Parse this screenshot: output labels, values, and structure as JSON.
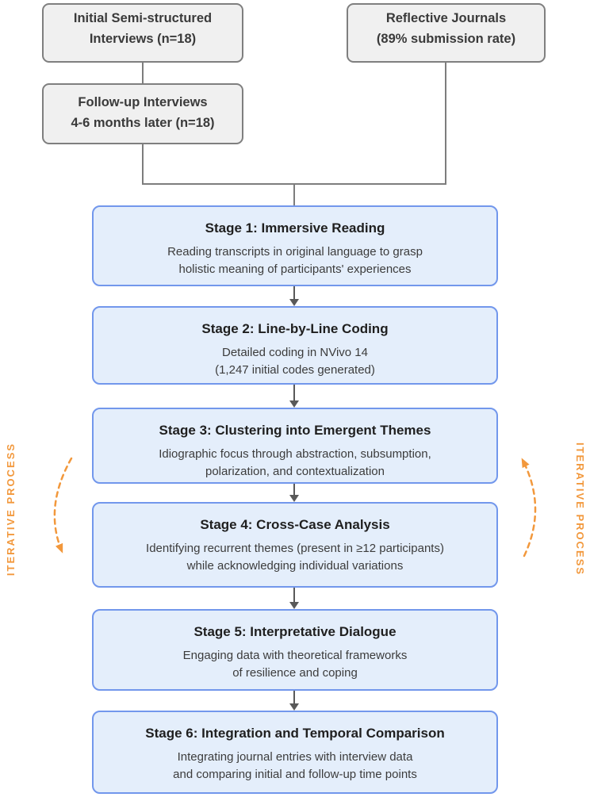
{
  "diagram": {
    "sources": {
      "initial": {
        "line1": "Initial Semi-structured",
        "line2": "Interviews (n=18)"
      },
      "journals": {
        "line1": "Reflective Journals",
        "line2": "(89% submission rate)"
      },
      "followup": {
        "line1": "Follow-up Interviews",
        "line2": "4-6 months later (n=18)"
      }
    },
    "stages": [
      {
        "title": "Stage 1: Immersive Reading",
        "line1": "Reading transcripts in original language to grasp",
        "line2": "holistic meaning of participants' experiences"
      },
      {
        "title": "Stage 2: Line-by-Line Coding",
        "line1": "Detailed coding in NVivo 14",
        "line2": "(1,247 initial codes generated)"
      },
      {
        "title": "Stage 3: Clustering into Emergent Themes",
        "line1": "Idiographic focus through abstraction, subsumption,",
        "line2": "polarization, and contextualization"
      },
      {
        "title": "Stage 4: Cross-Case Analysis",
        "line1": "Identifying recurrent themes (present in ≥12 participants)",
        "line2": "while acknowledging individual variations"
      },
      {
        "title": "Stage 5: Interpretative Dialogue",
        "line1": "Engaging data with theoretical frameworks",
        "line2": "of resilience and coping"
      },
      {
        "title": "Stage 6: Integration and Temporal Comparison",
        "line1": "Integrating journal entries with interview data",
        "line2": "and comparing initial and follow-up time points"
      }
    ],
    "side_labels": {
      "left": "ITERATIVE PROCESS",
      "right": "ITERATIVE PROCESS"
    },
    "colors": {
      "stage_fill": "#e4eefb",
      "stage_border": "#7297ec",
      "source_fill": "#f0f0f0",
      "source_border": "#7f7f7f",
      "connector": "#7d7d7d",
      "arrow": "#595959",
      "iterative_accent": "#f2983c"
    }
  }
}
